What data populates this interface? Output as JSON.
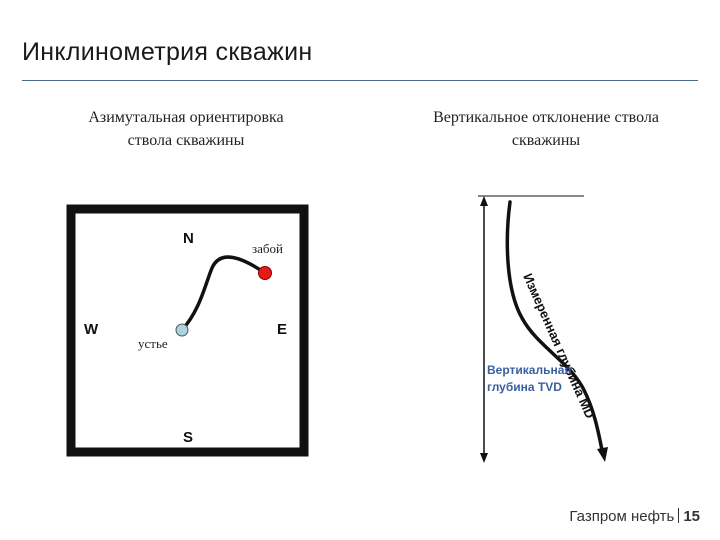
{
  "slide": {
    "title": "Инклинометрия скважин"
  },
  "left_figure": {
    "caption": "Азимутальная ориентировка ствола скважины",
    "north_label": "N",
    "south_label": "S",
    "west_label": "W",
    "east_label": "E",
    "wellhead_label": "устье",
    "bottomhole_label": "забой",
    "wellhead_color": "#a9d3e0",
    "bottomhole_color": "#e41b17"
  },
  "right_figure": {
    "caption": "Вертикальное отклонение ствола скважины",
    "md_label": "Измеренная глубина MD",
    "tvd_label_line1": "Вертикальная",
    "tvd_label_line2": "глубина TVD",
    "tvd_color": "#3a5fa0"
  },
  "footer": {
    "company": "Газпром нефть",
    "page_number": "15"
  }
}
